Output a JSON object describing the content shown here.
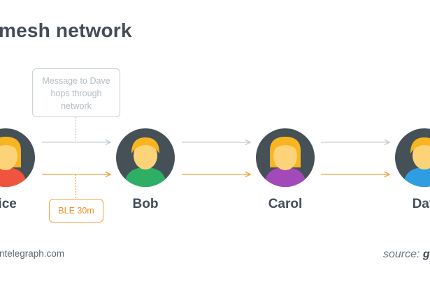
{
  "title": "mesh network",
  "callouts": {
    "message": "Message to Dave hops through network",
    "ble": "BLE 30m"
  },
  "nodes": [
    {
      "name": "lice",
      "shirt_color": "#f0533e"
    },
    {
      "name": "Bob",
      "shirt_color": "#2fae66"
    },
    {
      "name": "Carol",
      "shirt_color": "#a24ab8"
    },
    {
      "name": "Dav",
      "shirt_color": "#2f9ee0"
    }
  ],
  "colors": {
    "avatar_background": "#465057",
    "skin": "#fdd37a",
    "hair": "#f6b521",
    "message_line": "#c3ced3",
    "ble_line": "#f5a344",
    "text_dark": "#424c57"
  },
  "footer": {
    "site": "intelegraph.com",
    "source_prefix": "source: ",
    "source_name": "gi"
  }
}
